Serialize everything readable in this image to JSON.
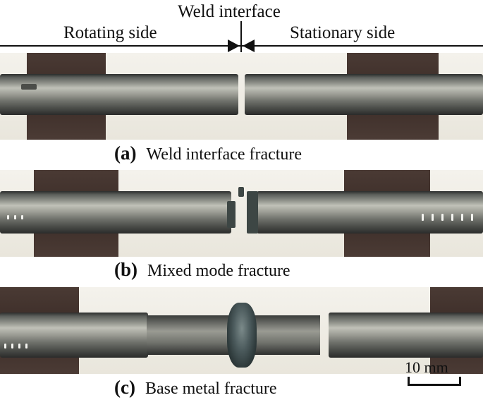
{
  "header": {
    "weld_interface": "Weld interface",
    "rotating_side": "Rotating side",
    "stationary_side": "Stationary side"
  },
  "panels": [
    {
      "tag": "(a)",
      "caption": "Weld interface fracture"
    },
    {
      "tag": "(b)",
      "caption": "Mixed mode fracture"
    },
    {
      "tag": "(c)",
      "caption": "Base metal fracture"
    }
  ],
  "scale_bar": {
    "label": "10 mm"
  },
  "colors": {
    "grip": "#3f302a",
    "rod": "#9a9b93",
    "weld_bead": "#4b5a5c",
    "background": "#efece4"
  }
}
